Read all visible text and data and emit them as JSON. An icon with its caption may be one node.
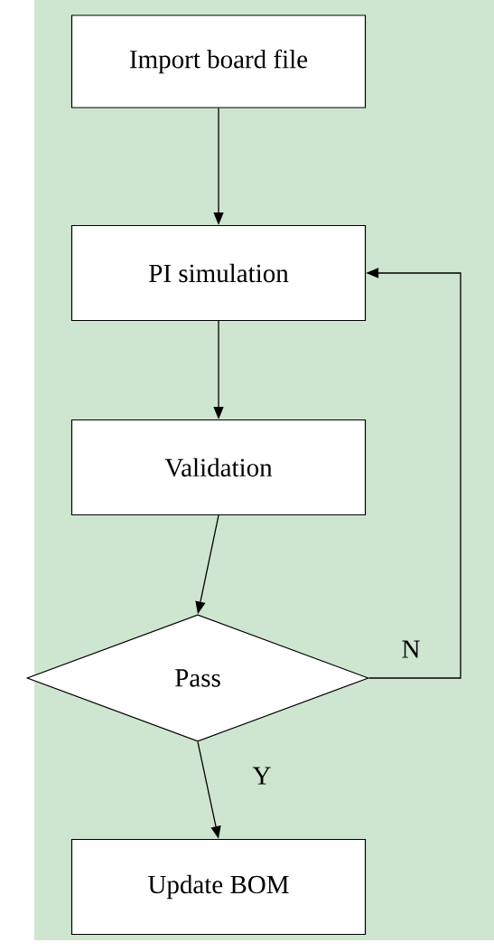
{
  "diagram": {
    "nodes": [
      {
        "text": [
          "Import board file"
        ]
      },
      {
        "text": [
          "PI simulation"
        ]
      },
      {
        "text": [
          "Validation"
        ]
      },
      {
        "text": [
          "Pass"
        ]
      },
      {
        "text": [
          "Update BOM"
        ]
      }
    ],
    "edges": [
      {
        "from": 0,
        "to": 1,
        "arrow": "to"
      },
      {
        "from": 1,
        "to": 2,
        "arrow": "to"
      },
      {
        "from": 2,
        "to": 3,
        "arrow": "to"
      },
      {
        "from": 3,
        "to": 4,
        "arrow": "to",
        "label": "Y"
      },
      {
        "from": 3,
        "to": 1,
        "arrow": "to",
        "label": "N"
      }
    ]
  }
}
